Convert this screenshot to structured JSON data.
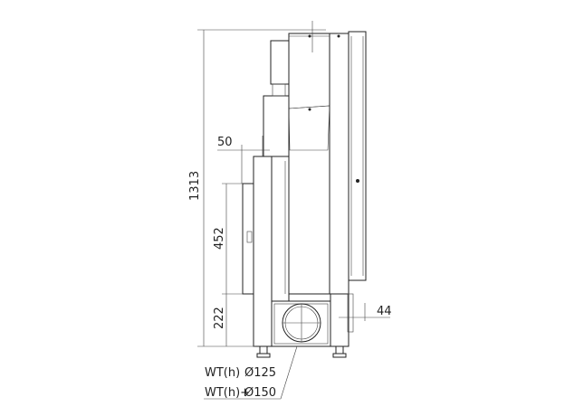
{
  "dimensions": {
    "total_height": "1313",
    "offset_top": "50",
    "panel_height": "452",
    "base_height": "222",
    "right_offset": "44"
  },
  "connection_labels": [
    {
      "type": "WT(h)",
      "diameter": "Ø125"
    },
    {
      "type": "WT(h)+",
      "diameter": "Ø150"
    }
  ]
}
